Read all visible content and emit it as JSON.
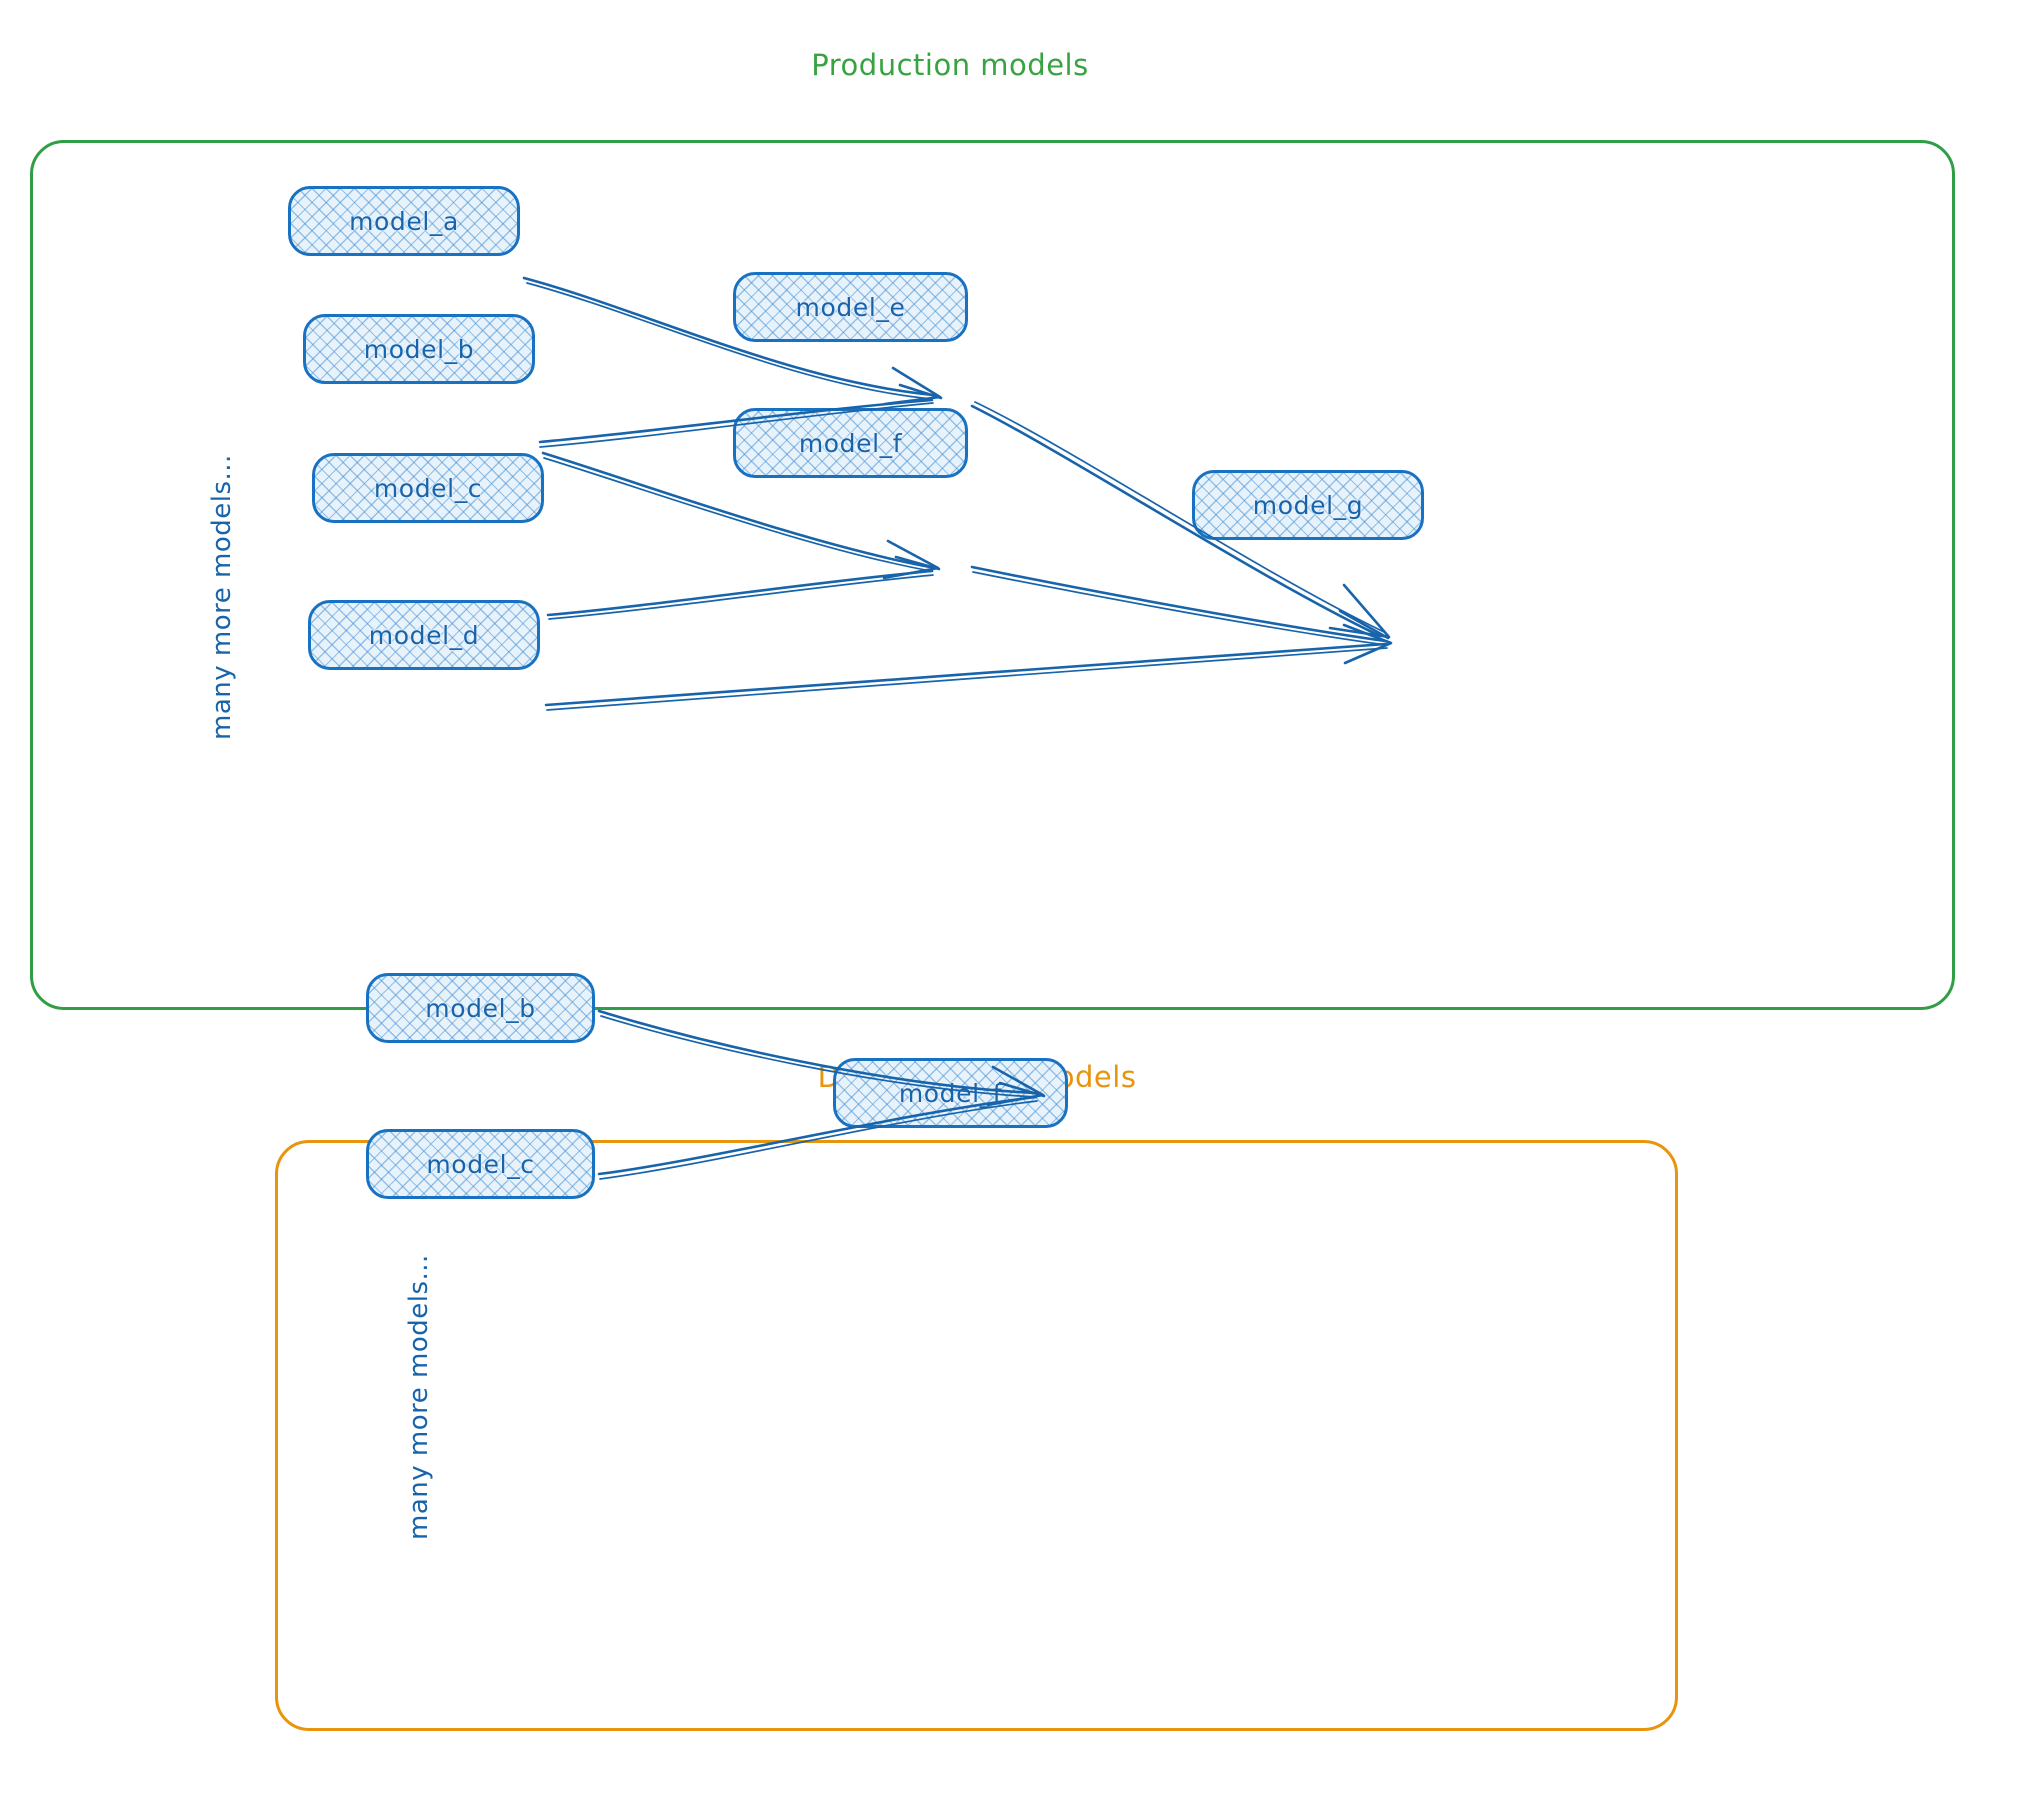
{
  "diagram": {
    "title_production": "Production models",
    "title_development": "Development models",
    "side_note": "many more models...",
    "colors": {
      "production_border": "#2f9e44",
      "production_title": "#37a341",
      "development_border": "#e8940c",
      "development_title": "#e8940c",
      "node_border": "#1971c2",
      "node_fill": "#e7f2fb",
      "node_text": "#1864ab",
      "edge": "#1864ab",
      "background": "#ffffff"
    }
  },
  "production": {
    "title": "Production models",
    "side_note": "many more models...",
    "nodes": [
      {
        "id": "model_a",
        "label": "model_a"
      },
      {
        "id": "model_b",
        "label": "model_b"
      },
      {
        "id": "model_c",
        "label": "model_c"
      },
      {
        "id": "model_d",
        "label": "model_d"
      },
      {
        "id": "model_e",
        "label": "model_e"
      },
      {
        "id": "model_f",
        "label": "model_f"
      },
      {
        "id": "model_g",
        "label": "model_g"
      }
    ],
    "edges": [
      {
        "from": "model_a",
        "to": "model_e"
      },
      {
        "from": "model_b",
        "to": "model_e"
      },
      {
        "from": "model_b",
        "to": "model_f"
      },
      {
        "from": "model_c",
        "to": "model_f"
      },
      {
        "from": "model_e",
        "to": "model_g"
      },
      {
        "from": "model_f",
        "to": "model_g"
      },
      {
        "from": "model_d",
        "to": "model_g"
      }
    ]
  },
  "development": {
    "title": "Development models",
    "side_note": "many more models...",
    "nodes": [
      {
        "id": "model_b",
        "label": "model_b"
      },
      {
        "id": "model_c",
        "label": "model_c"
      },
      {
        "id": "model_f",
        "label": "model_f"
      }
    ],
    "edges": [
      {
        "from": "model_b",
        "to": "model_f"
      },
      {
        "from": "model_c",
        "to": "model_f"
      }
    ]
  }
}
